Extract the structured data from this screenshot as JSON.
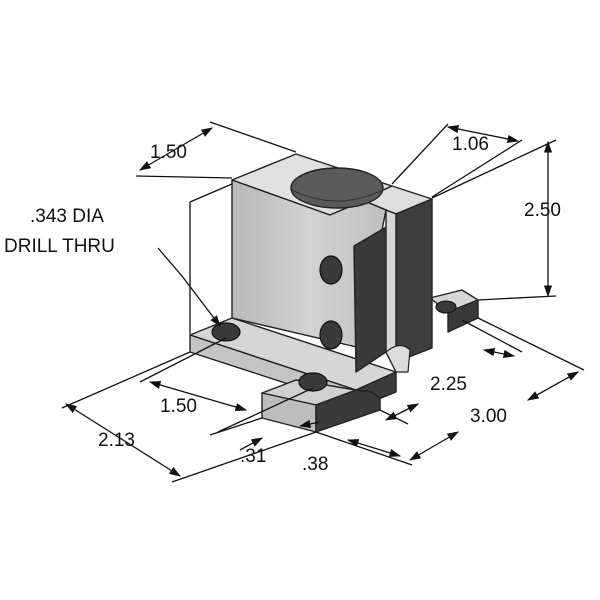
{
  "drawing": {
    "note": {
      "line1": ".343 DIA",
      "line2": "DRILL THRU"
    },
    "dimensions": {
      "top_width": "1.50",
      "top_depth": "1.06",
      "height": "2.50",
      "base_hole_spacing": "1.50",
      "base_depth": "2.13",
      "hole_edge_offset": ".31",
      "slot_offset": ".38",
      "right_hole_spacing": "2.25",
      "overall_length": "3.00"
    },
    "colors": {
      "light_face": "#c9c9c9",
      "top_face": "#dcdcdc",
      "dark_face": "#3a3a3a",
      "line": "#111111"
    }
  }
}
